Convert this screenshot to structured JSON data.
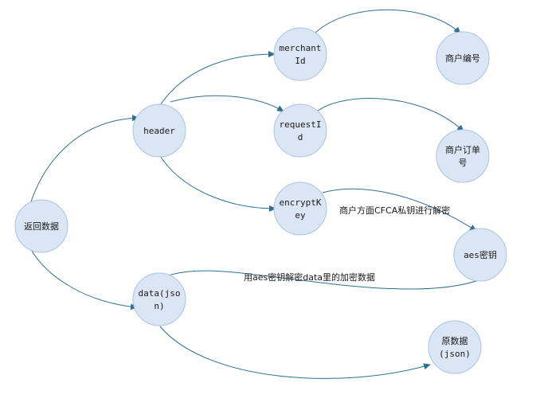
{
  "nodes": {
    "fanhui": {
      "lines": [
        "返回数据"
      ]
    },
    "header": {
      "lines": [
        "header"
      ]
    },
    "merchant": {
      "lines": [
        "merchant",
        "Id"
      ]
    },
    "requestid": {
      "lines": [
        "requestI",
        "d"
      ]
    },
    "encryptkey": {
      "lines": [
        "encryptK",
        "ey"
      ]
    },
    "shanghu_bianhao": {
      "lines": [
        "商户编号"
      ]
    },
    "shanghu_dingdan": {
      "lines": [
        "商户订单",
        "号"
      ]
    },
    "aes_key": {
      "lines": [
        "aes密钥"
      ]
    },
    "data_json": {
      "lines": [
        "data(jso",
        "n)"
      ]
    },
    "yuan_data": {
      "lines": [
        "原数据",
        "(json)"
      ]
    }
  },
  "edge_labels": {
    "cfca": "商户方面CFCA私钥进行解密",
    "aes_decrypt": "用aes密钥解密data里的加密数据"
  },
  "colors": {
    "node_fill": "#dbe6f4",
    "node_stroke": "#a9c4e6",
    "edge": "#2f6f8f"
  }
}
